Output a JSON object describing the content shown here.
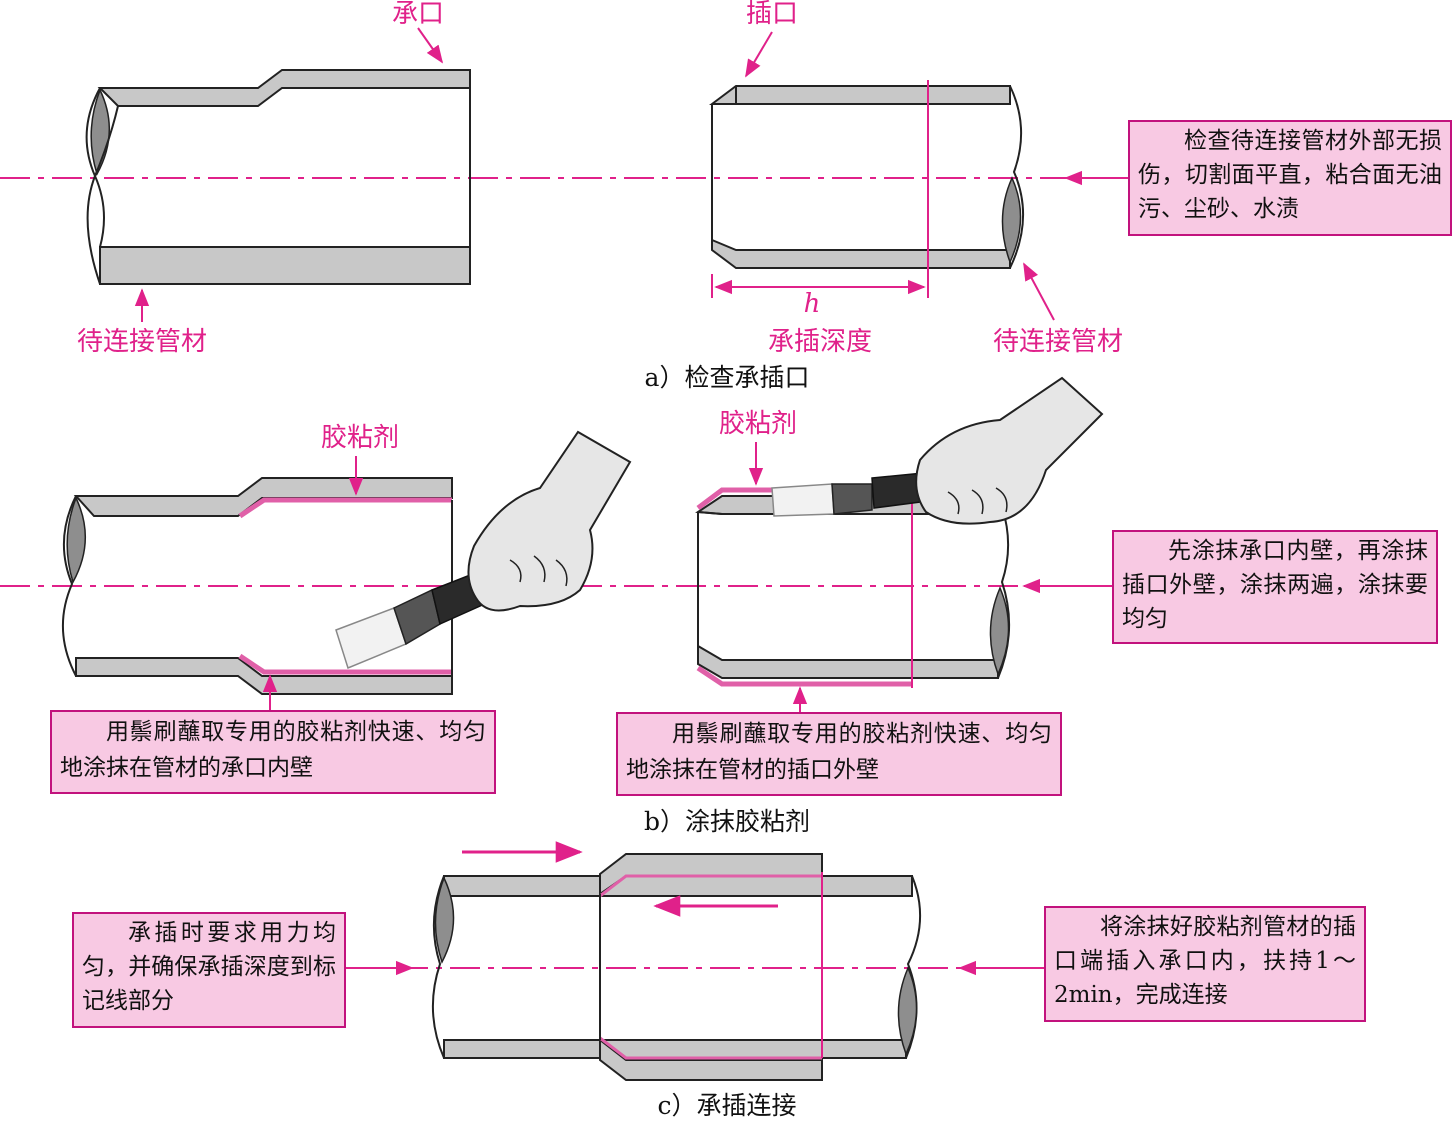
{
  "panel_a": {
    "label_socket": "承口",
    "label_spigot": "插口",
    "label_pipe_left": "待连接管材",
    "label_pipe_right": "待连接管材",
    "dim_symbol": "h",
    "dim_label": "承插深度",
    "note": "检查待连接管材外部无损伤，切割面平直，粘合面无油污、尘砂、水渍",
    "caption": "a）检查承插口"
  },
  "panel_b": {
    "label_glue_left": "胶粘剂",
    "label_glue_right": "胶粘剂",
    "note_right": "先涂抹承口内壁，再涂抹插口外壁，涂抹两遍，涂抹要均匀",
    "note_bottom_left": "用鬃刷蘸取专用的胶粘剂快速、均匀地涂抹在管材的承口内壁",
    "note_bottom_right": "用鬃刷蘸取专用的胶粘剂快速、均匀地涂抹在管材的插口外壁",
    "caption": "b）涂抹胶粘剂"
  },
  "panel_c": {
    "note_left": "承插时要求用力均匀，并确保承插深度到标记线部分",
    "note_right": "将涂抹好胶粘剂管材的插口端插入承口内，扶持1～2min，完成连接",
    "caption": "c）承插连接"
  },
  "colors": {
    "accent": "#e0218a",
    "note_fill": "#f8c9e3",
    "note_border": "#c2127d",
    "pipe_wall": "#c8c8c8",
    "pipe_end": "#8e8e8e",
    "hand": "#e6e6e6"
  }
}
